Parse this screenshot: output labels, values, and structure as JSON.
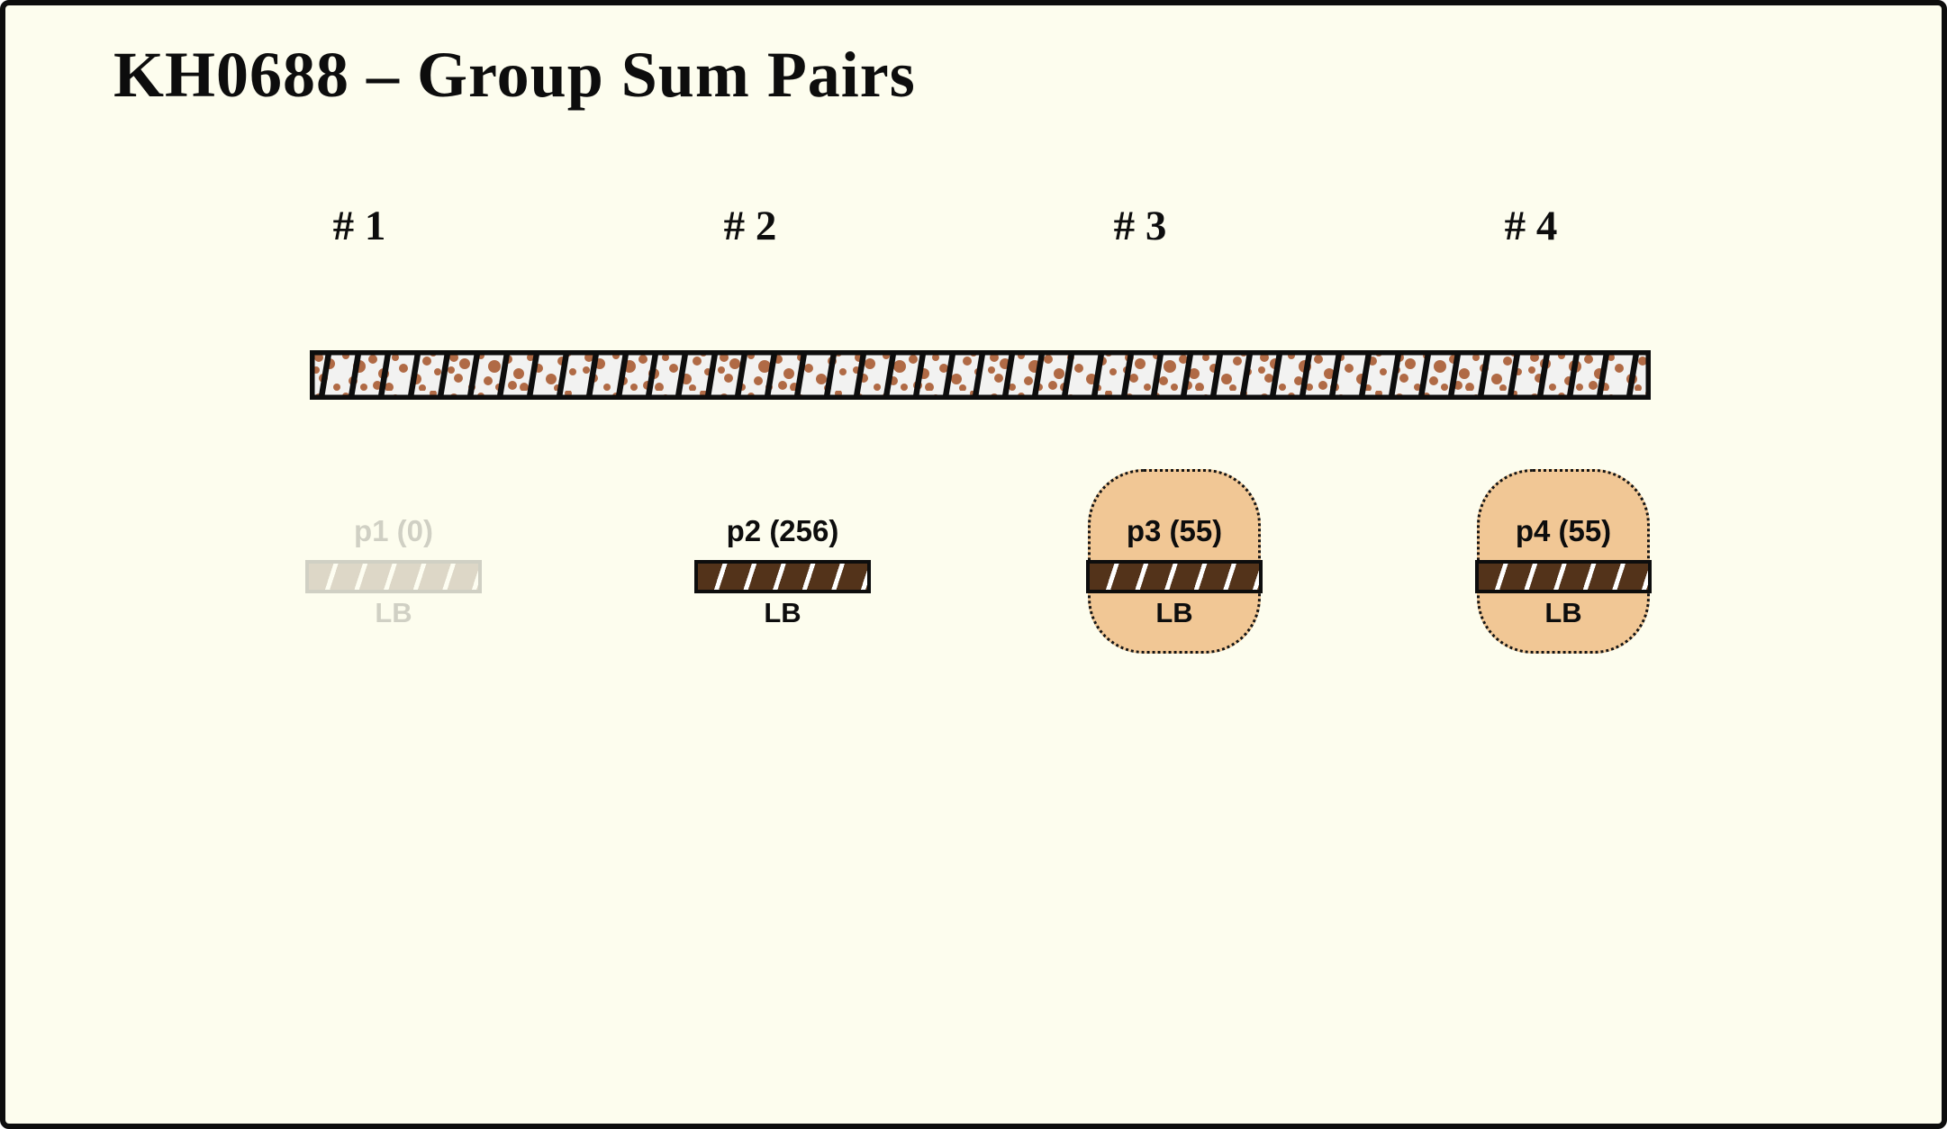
{
  "title": "KH0688 – Group Sum Pairs",
  "columns": [
    {
      "label": "# 1"
    },
    {
      "label": "# 2"
    },
    {
      "label": "# 3"
    },
    {
      "label": "# 4"
    }
  ],
  "pairs": [
    {
      "label": "p1 (0)",
      "sublabel": "LB",
      "state": "ghost"
    },
    {
      "label": "p2 (256)",
      "sublabel": "LB",
      "state": "plain"
    },
    {
      "label": "p3 (55)",
      "sublabel": "LB",
      "state": "highlighted"
    },
    {
      "label": "p4 (55)",
      "sublabel": "LB",
      "state": "highlighted"
    }
  ],
  "colors": {
    "background": "#fdfdee",
    "outline": "#0d0d0d",
    "big_bar_fill": "#f2f2f1",
    "big_bar_hatch": "#0d0d0d",
    "speckle": "#b06a45",
    "pair_bar_fill": "#53331a",
    "pair_bar_stripe": "#ffffff",
    "highlight_fill": "#f1c795",
    "text": "#0d0d0d"
  }
}
